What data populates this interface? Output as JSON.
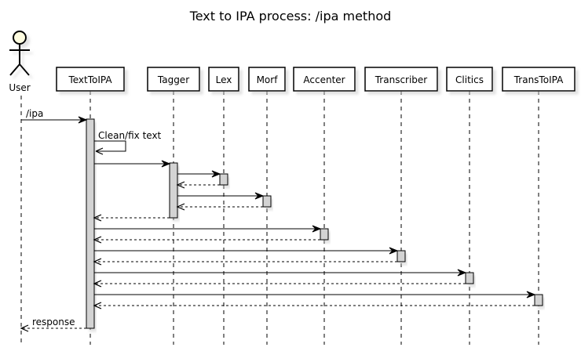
{
  "title": "Text to IPA process: /ipa method",
  "actor": {
    "label": "User"
  },
  "participants": [
    {
      "id": "texttoipa",
      "label": "TextToIPA"
    },
    {
      "id": "tagger",
      "label": "Tagger"
    },
    {
      "id": "lex",
      "label": "Lex"
    },
    {
      "id": "morf",
      "label": "Morf"
    },
    {
      "id": "accenter",
      "label": "Accenter"
    },
    {
      "id": "transcriber",
      "label": "Transcriber"
    },
    {
      "id": "clitics",
      "label": "Clitics"
    },
    {
      "id": "transtoipa",
      "label": "TransToIPA"
    }
  ],
  "messages": [
    {
      "from": "user",
      "to": "texttoipa",
      "label": "/ipa",
      "kind": "call"
    },
    {
      "from": "texttoipa",
      "to": "texttoipa",
      "label": "Clean/fix text",
      "kind": "self"
    },
    {
      "from": "texttoipa",
      "to": "tagger",
      "label": "",
      "kind": "call"
    },
    {
      "from": "tagger",
      "to": "lex",
      "label": "",
      "kind": "call"
    },
    {
      "from": "lex",
      "to": "tagger",
      "label": "",
      "kind": "return"
    },
    {
      "from": "tagger",
      "to": "morf",
      "label": "",
      "kind": "call"
    },
    {
      "from": "morf",
      "to": "tagger",
      "label": "",
      "kind": "return"
    },
    {
      "from": "tagger",
      "to": "texttoipa",
      "label": "",
      "kind": "return"
    },
    {
      "from": "texttoipa",
      "to": "accenter",
      "label": "",
      "kind": "call"
    },
    {
      "from": "accenter",
      "to": "texttoipa",
      "label": "",
      "kind": "return"
    },
    {
      "from": "texttoipa",
      "to": "transcriber",
      "label": "",
      "kind": "call"
    },
    {
      "from": "transcriber",
      "to": "texttoipa",
      "label": "",
      "kind": "return"
    },
    {
      "from": "texttoipa",
      "to": "clitics",
      "label": "",
      "kind": "call"
    },
    {
      "from": "clitics",
      "to": "texttoipa",
      "label": "",
      "kind": "return"
    },
    {
      "from": "texttoipa",
      "to": "transtoipa",
      "label": "",
      "kind": "call"
    },
    {
      "from": "transtoipa",
      "to": "texttoipa",
      "label": "",
      "kind": "return"
    },
    {
      "from": "texttoipa",
      "to": "user",
      "label": "response",
      "kind": "return"
    }
  ],
  "colors": {
    "activation_fill": "#d3d3d3",
    "box_fill": "#ffffff",
    "shadow": "#c8c8c8",
    "line": "#000000"
  }
}
